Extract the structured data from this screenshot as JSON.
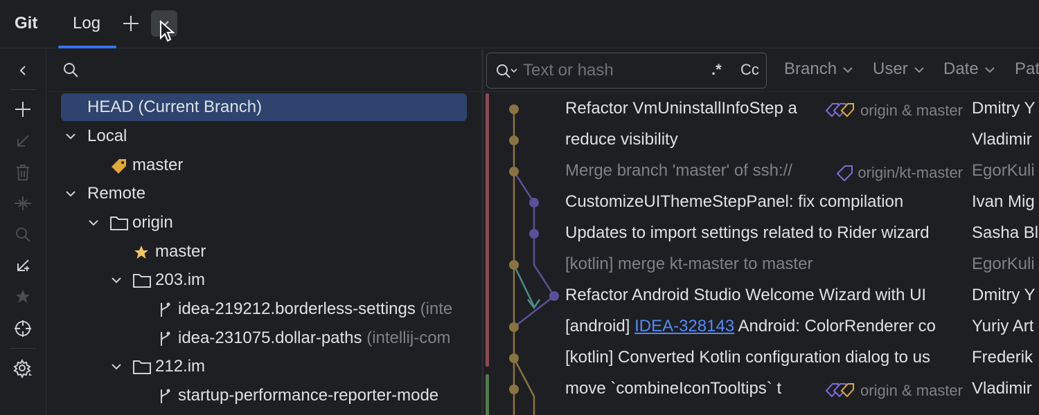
{
  "header": {
    "title": "Git",
    "tabs": [
      {
        "label": "Log",
        "active": true
      }
    ],
    "add_icon": "plus-icon",
    "chevron_icon": "chevron-down-icon"
  },
  "left_toolbar": {
    "icons": [
      "chevron-left-icon",
      "plus-icon",
      "checkout-arrow-icon",
      "delete-icon",
      "compare-arrows-icon",
      "search-icon",
      "show-diff-icon",
      "star-icon",
      "target-icon",
      "settings-icon"
    ]
  },
  "branches": {
    "search_icon": "search-icon",
    "tree": [
      {
        "label": "HEAD (Current Branch)",
        "selected": true,
        "level": 0
      },
      {
        "label": "Local",
        "expanded": true,
        "level": 0
      },
      {
        "label": "master",
        "icon": "tag-icon",
        "level": 1
      },
      {
        "label": "Remote",
        "expanded": true,
        "level": 0
      },
      {
        "label": "origin",
        "icon": "folder-icon",
        "expanded": true,
        "level": 1
      },
      {
        "label": "master",
        "icon": "star-icon",
        "level": 2
      },
      {
        "label": "203.im",
        "icon": "folder-icon",
        "expanded": true,
        "level": 2
      },
      {
        "label": "idea-219212.borderless-settings",
        "suffix": "(inte",
        "icon": "branch-icon",
        "level": 3
      },
      {
        "label": "idea-231075.dollar-paths",
        "suffix": "(intellij-com",
        "icon": "branch-icon",
        "level": 3
      },
      {
        "label": "212.im",
        "icon": "folder-icon",
        "expanded": true,
        "level": 2
      },
      {
        "label": "startup-performance-reporter-mode",
        "icon": "branch-icon",
        "level": 3
      }
    ]
  },
  "log": {
    "search": {
      "placeholder": "Text or hash",
      "value": "",
      "regex_label": ".*",
      "case_label": "Cc"
    },
    "filters": [
      "Branch",
      "User",
      "Date",
      "Pat"
    ],
    "commits": [
      {
        "message": "Refactor VmUninstallInfoStep a",
        "refs": "origin & master",
        "ref_icon": "tags-icon",
        "author": "Dmitry Y",
        "dim": false
      },
      {
        "message": "reduce visibility",
        "author": "Vladimir",
        "dim": false
      },
      {
        "message": "Merge branch 'master' of ssh://",
        "refs": "origin/kt-master",
        "ref_icon": "tag-icon",
        "author": "EgorKuli",
        "dim": true
      },
      {
        "message": "CustomizeUIThemeStepPanel: fix compilation",
        "author": "Ivan Mig",
        "dim": false
      },
      {
        "message": "Updates to import settings related to Rider wizard",
        "author": "Sasha Bl",
        "dim": false
      },
      {
        "message": "[kotlin] merge kt-master to master",
        "author": "EgorKuli",
        "dim": true
      },
      {
        "message": "Refactor Android Studio Welcome Wizard with UI",
        "author": "Dmitry Y",
        "dim": false
      },
      {
        "message_pre": "[android] ",
        "link": "IDEA-328143",
        "message_post": " Android: ColorRenderer co",
        "author": "Yuriy Art",
        "dim": false
      },
      {
        "message": "[kotlin] Converted Kotlin configuration dialog to us",
        "author": "Frederik",
        "dim": false
      },
      {
        "message": "move `combineIconTooltips` t",
        "refs": "origin & master",
        "ref_icon": "tags-icon",
        "author": "Vladimir",
        "dim": false
      }
    ]
  },
  "colors": {
    "background": "#1e1f22",
    "accent": "#3574f0",
    "selection": "#2e436e",
    "graph_gold": "#8a7241",
    "graph_purple": "#5b4f9c",
    "graph_teal": "#4f8a8b",
    "bar_red": "#8c4a52",
    "bar_green": "#4f7a4a",
    "link": "#548af7"
  }
}
